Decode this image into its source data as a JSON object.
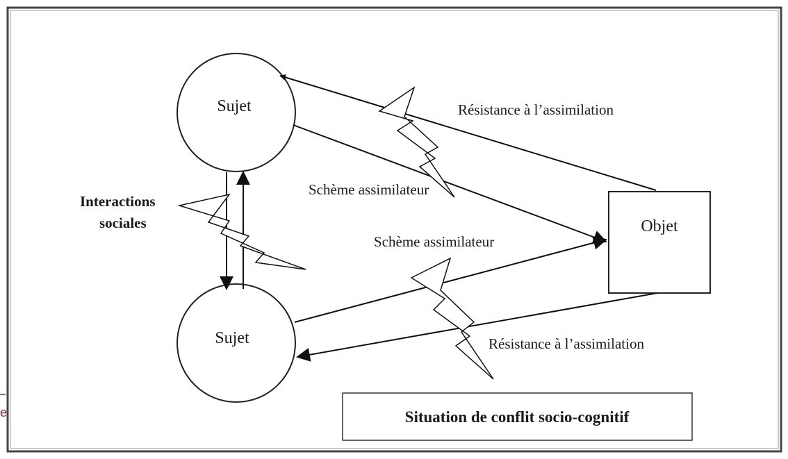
{
  "nodes": {
    "sujet_top": "Sujet",
    "sujet_bottom": "Sujet",
    "objet": "Objet"
  },
  "labels": {
    "resistance_top": "Résistance à l’assimilation",
    "scheme_top": "Schème assimilateur",
    "interactions_line1": "Interactions",
    "interactions_line2": "sociales",
    "scheme_bottom": "Schème assimilateur",
    "resistance_bottom": "Résistance à l’assimilation"
  },
  "title_box": "Situation de conflit socio-cognitif",
  "edge_fragment": "e"
}
